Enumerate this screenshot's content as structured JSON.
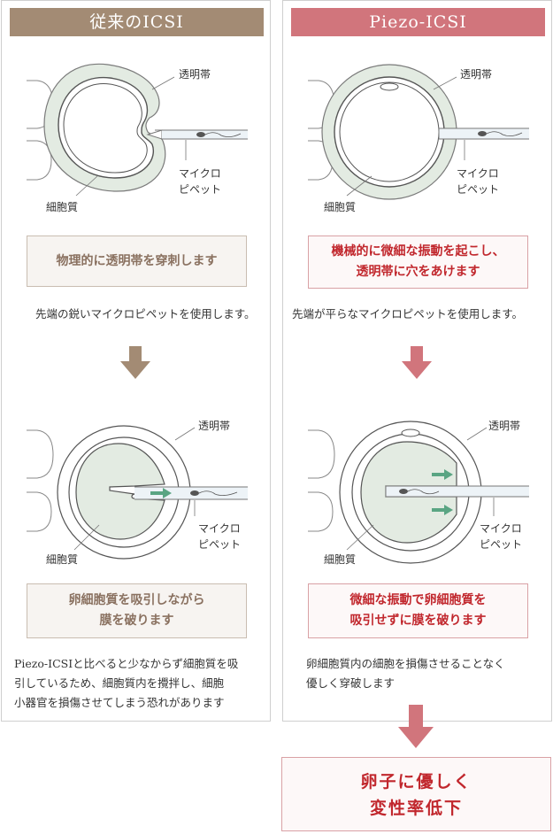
{
  "left": {
    "title": "従来のICSI",
    "top_labels": {
      "zona": "透明帯",
      "cytoplasm": "細胞質",
      "pipette_1": "マイクロ",
      "pipette_2": "ピペット"
    },
    "box": "物理的に透明帯を穿刺します",
    "desc": "先端の鋭いマイクロピペットを使用します。",
    "bottom_labels": {
      "zona": "透明帯",
      "cytoplasm": "細胞質",
      "pipette_1": "マイクロ",
      "pipette_2": "ピペット"
    },
    "box2_line1": "卵細胞質を吸引しながら",
    "box2_line2": "膜を破ります",
    "desc2_line1": "Piezo-ICSIと比べると少なからず細胞質を吸",
    "desc2_line2": "引しているため、細胞質内を攪拌し、細胞",
    "desc2_line3": "小器官を損傷させてしまう恐れがあります"
  },
  "right": {
    "title": "Piezo-ICSI",
    "top_labels": {
      "zona": "透明帯",
      "cytoplasm": "細胞質",
      "pipette_1": "マイクロ",
      "pipette_2": "ピペット"
    },
    "box_line1": "機械的に微細な振動を起こし、",
    "box_line2": "透明帯に穴をあけます",
    "desc": "先端が平らなマイクロピペットを使用します。",
    "bottom_labels": {
      "zona": "透明帯",
      "cytoplasm": "細胞質",
      "pipette_1": "マイクロ",
      "pipette_2": "ピペット"
    },
    "box2_line1": "微細な振動で卵細胞質を",
    "box2_line2": "吸引せずに膜を破ります",
    "desc2_line1": "卵細胞質内の細胞を損傷させることなく",
    "desc2_line2": "優しく穿破します"
  },
  "final": {
    "line1": "卵子に優しく",
    "line2": "変性率低下"
  },
  "colors": {
    "brown": "#a38b74",
    "pink": "#d1757c",
    "red_text": "#c1272d",
    "zona_fill": "#e3ebe2",
    "green_arrow": "#5aa583"
  }
}
